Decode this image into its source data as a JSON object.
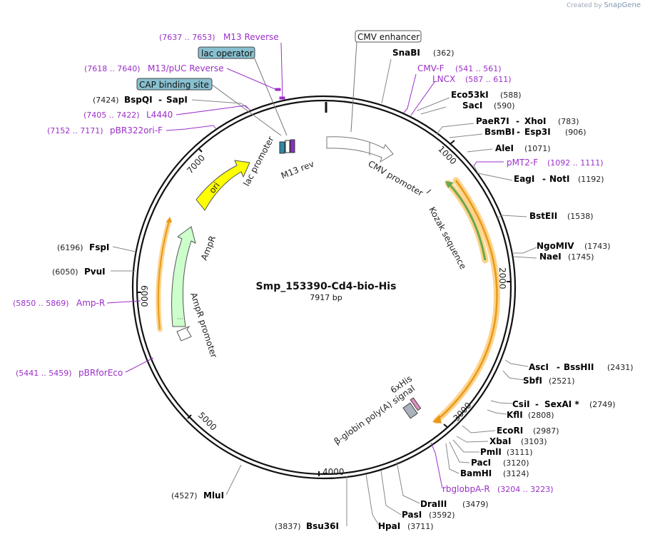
{
  "credit": {
    "prefix": "Created by",
    "brand": "SnapGene"
  },
  "plasmid": {
    "name": "Smp_153390-Cd4-bio-His",
    "length": "7917 bp"
  },
  "ticks": [
    "1000",
    "2000",
    "3000",
    "4000",
    "5000",
    "6000",
    "7000"
  ],
  "boxed_labels": [
    {
      "text": "CMV enhancer",
      "style": "white"
    },
    {
      "text": "lac operator",
      "style": "blue"
    },
    {
      "text": "CAP binding site",
      "style": "blue"
    }
  ],
  "enzymes": [
    {
      "name": "SnaBI",
      "pos": "(362)"
    },
    {
      "name": "Eco53kI",
      "pos": "(588)"
    },
    {
      "name": "SacI",
      "pos": "(590)"
    },
    {
      "name": "PaeR7I",
      "name2": "XhoI",
      "pos": "(783)"
    },
    {
      "name": "BsmBI",
      "name2": "Esp3I",
      "pos": "(906)"
    },
    {
      "name": "AleI",
      "pos": "(1071)"
    },
    {
      "name": "EagI",
      "name2": "NotI",
      "pos": "(1192)"
    },
    {
      "name": "BstEII",
      "pos": "(1538)"
    },
    {
      "name": "NgoMIV",
      "pos": "(1743)"
    },
    {
      "name": "NaeI",
      "pos": "(1745)"
    },
    {
      "name": "AscI",
      "name2": "BssHII",
      "pos": "(2431)"
    },
    {
      "name": "SbfI",
      "pos": "(2521)"
    },
    {
      "name": "CsiI",
      "name2": "SexAI *",
      "pos": "(2749)"
    },
    {
      "name": "KflI",
      "pos": "(2808)"
    },
    {
      "name": "EcoRI",
      "pos": "(2987)"
    },
    {
      "name": "XbaI",
      "pos": "(3103)"
    },
    {
      "name": "PmlI",
      "pos": "(3111)"
    },
    {
      "name": "PacI",
      "pos": "(3120)"
    },
    {
      "name": "BamHI",
      "pos": "(3124)"
    },
    {
      "name": "DraIII",
      "pos": "(3479)"
    },
    {
      "name": "PasI",
      "pos": "(3592)"
    },
    {
      "name": "HpaI",
      "pos": "(3711)"
    },
    {
      "name": "Bsu36I",
      "pos": "(3837)"
    },
    {
      "name": "MluI",
      "pos": "(4527)"
    },
    {
      "name": "PvuI",
      "pos": "(6050)"
    },
    {
      "name": "FspI",
      "pos": "(6196)"
    },
    {
      "name": "BspQI",
      "name2": "SapI",
      "pos": "(7424)"
    }
  ],
  "primers": [
    {
      "name": "M13 Reverse",
      "range": "(7637 .. 7653)"
    },
    {
      "name": "M13/pUC Reverse",
      "range": "(7618 .. 7640)"
    },
    {
      "name": "L4440",
      "range": "(7405 .. 7422)"
    },
    {
      "name": "pBR322ori-F",
      "range": "(7152 .. 7171)"
    },
    {
      "name": "CMV-F",
      "range": "(541 .. 561)"
    },
    {
      "name": "LNCX",
      "range": "(587 .. 611)"
    },
    {
      "name": "pMT2-F",
      "range": "(1092 .. 1111)"
    },
    {
      "name": "Amp-R",
      "range": "(5850 .. 5869)"
    },
    {
      "name": "pBRforEco",
      "range": "(5441 .. 5459)"
    },
    {
      "name": "rbglobpA-R",
      "range": "(3204 .. 3223)"
    }
  ],
  "features": {
    "lac_promoter": "lac promoter",
    "m13_rev": "M13 rev",
    "cmv_promoter": "CMV promoter",
    "kozak": "Kozak sequence",
    "his": "6xHis",
    "polya": "β-globin poly(A) signal",
    "ori": "ori",
    "ampr": "AmpR",
    "ampr_promoter": "AmpR promoter"
  },
  "colors": {
    "ring": "#111111",
    "primer": "#9b2fc9",
    "ori": "#ffff00",
    "ampr": "#ccffcc",
    "orange_feature": "#f5a623",
    "green_feature": "#6aa84f",
    "operator_box": "#88c0d0"
  }
}
